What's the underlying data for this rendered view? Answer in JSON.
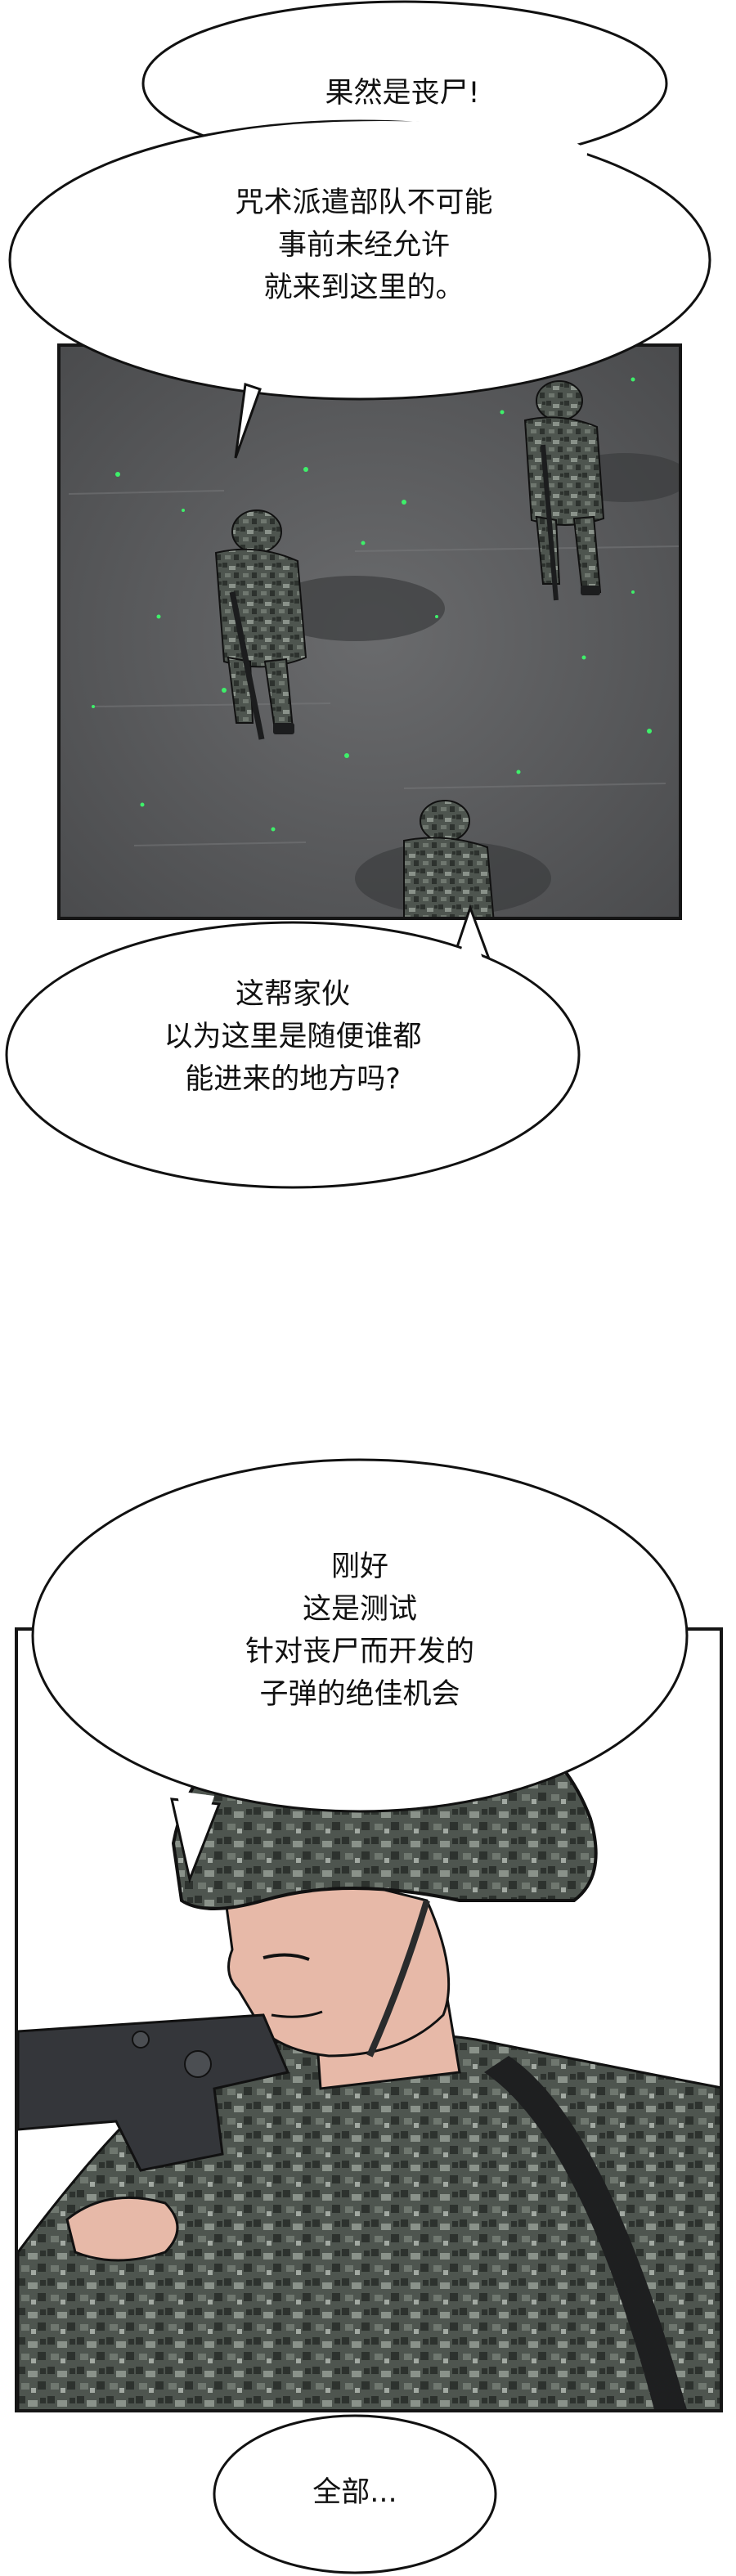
{
  "bubbles": {
    "b1": {
      "lines": [
        "果然是丧尸!"
      ]
    },
    "b2": {
      "lines": [
        "咒术派遣部队不可能",
        "事前未经允许",
        "就来到这里的。"
      ]
    },
    "b3": {
      "lines": [
        "这帮家伙",
        "以为这里是随便谁都",
        "能进来的地方吗?"
      ]
    },
    "b4": {
      "lines": [
        "刚好",
        "这是测试",
        "针对丧尸而开发的",
        "子弹的绝佳机会"
      ]
    },
    "b5": {
      "lines": [
        "全部..."
      ]
    }
  },
  "colors": {
    "panel_ground": "#555658",
    "camo_dark": "#2d322e",
    "camo_mid": "#4e554f",
    "camo_light": "#8a928a",
    "skin": "#e7b9a8",
    "particle": "#3ef06a"
  },
  "icons": {
    "watermark": "tencent-comics-logo"
  }
}
